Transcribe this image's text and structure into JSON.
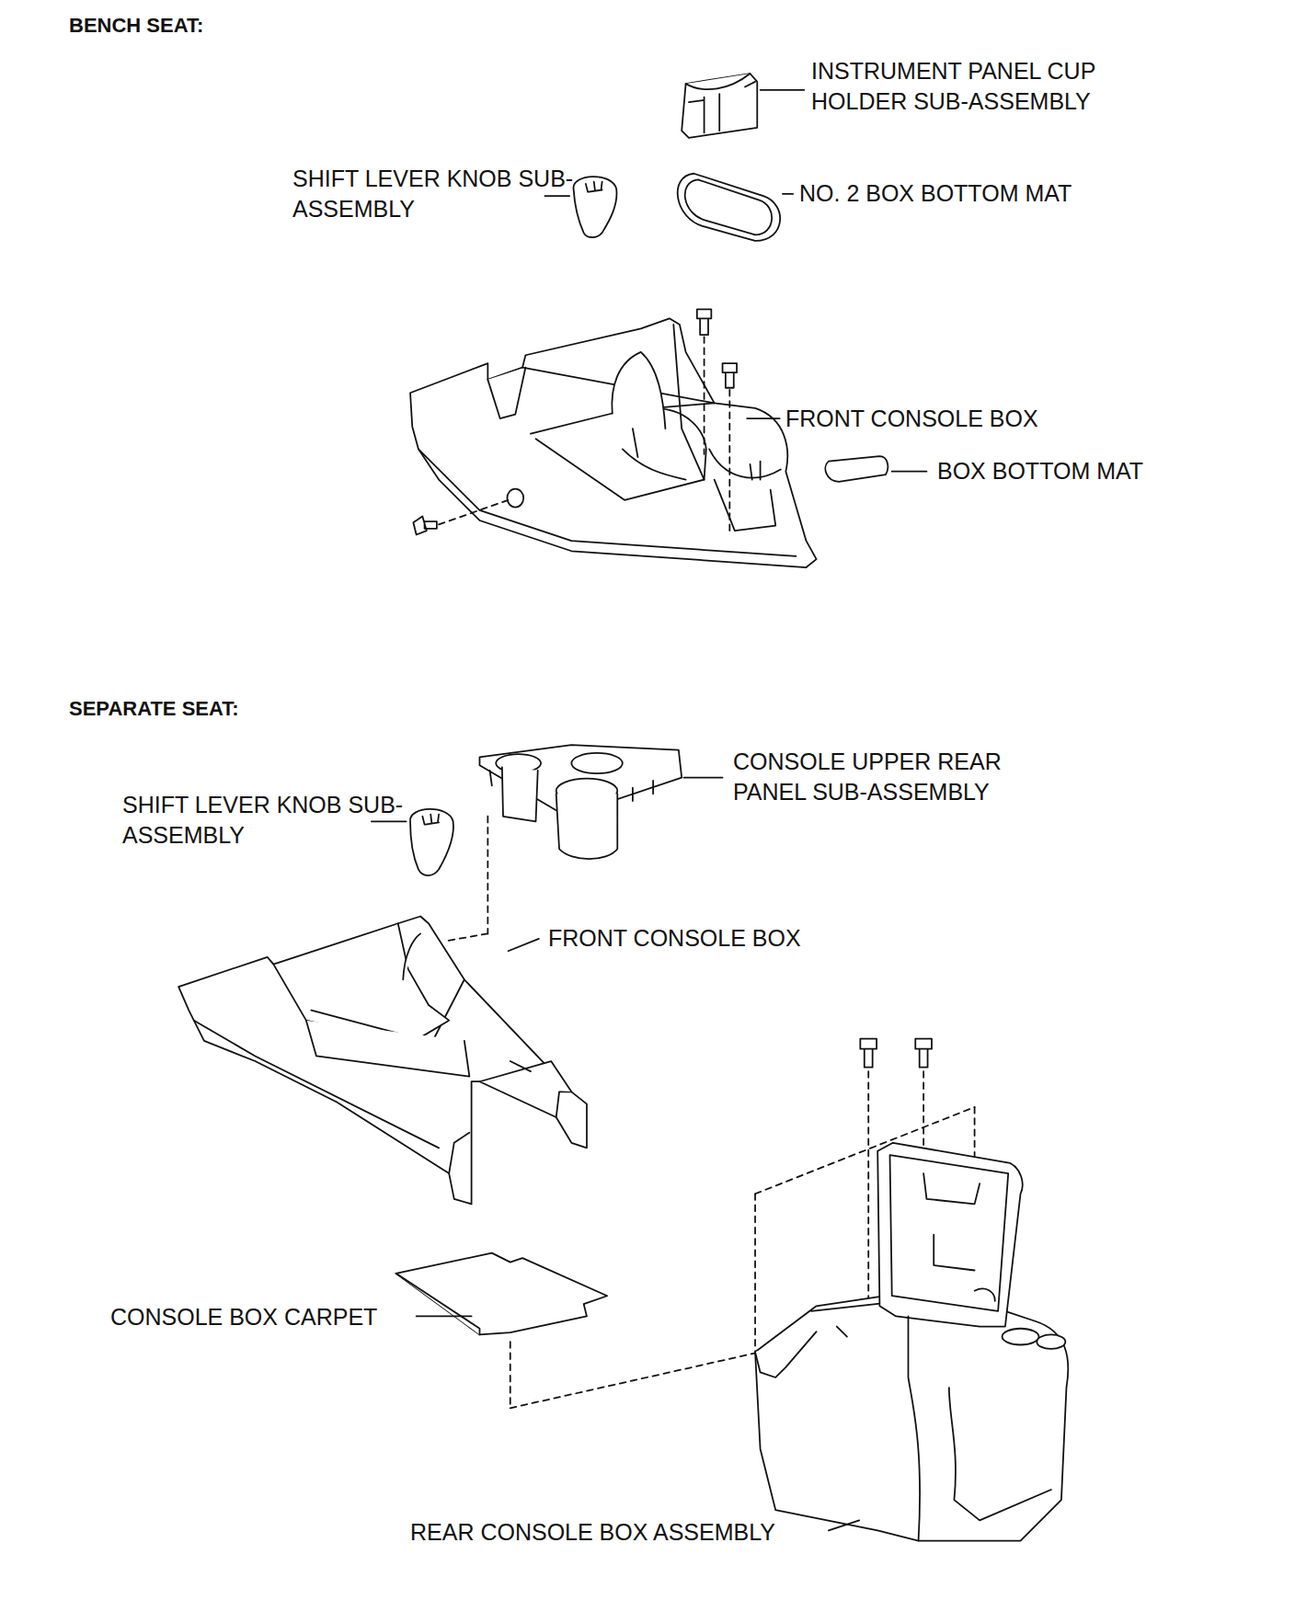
{
  "diagram": {
    "labels": [
      "BENCH SEAT:",
      "INSTRUMENT PANEL CUP HOLDER SUB-ASSEMBLY",
      "SHIFT LEVER KNOB SUB-ASSEMBLY",
      "NO. 2 BOX BOTTOM MAT",
      "FRONT CONSOLE BOX",
      "BOX BOTTOM MAT",
      "SEPARATE SEAT:",
      "SHIFT LEVER KNOB SUB-ASSEMBLY",
      "CONSOLE UPPER REAR PANEL SUB-ASSEMBLY",
      "FRONT CONSOLE BOX",
      "CONSOLE BOX CARPET",
      "REAR CONSOLE BOX ASSEMBLY"
    ]
  }
}
